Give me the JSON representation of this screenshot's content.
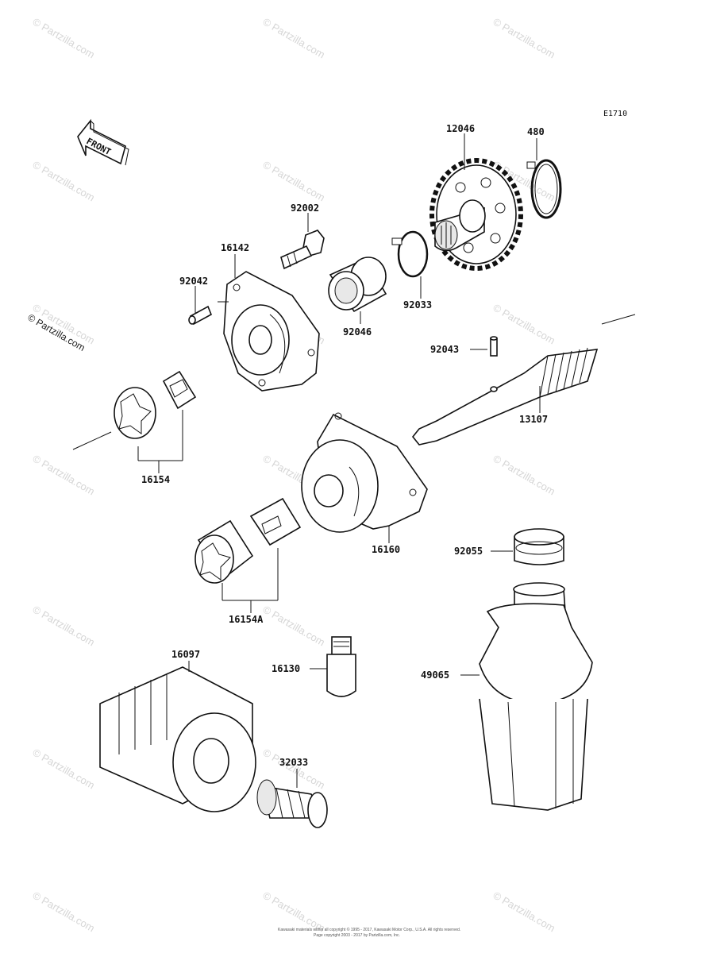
{
  "diagram_code": "E1710",
  "front_label": "FRONT",
  "watermarks": {
    "main": "© Partzilla.com",
    "small": "© Partzilla.com"
  },
  "parts": [
    {
      "id": "12046"
    },
    {
      "id": "480"
    },
    {
      "id": "92002"
    },
    {
      "id": "16142"
    },
    {
      "id": "92042"
    },
    {
      "id": "92046"
    },
    {
      "id": "92033"
    },
    {
      "id": "92043"
    },
    {
      "id": "13107"
    },
    {
      "id": "16154"
    },
    {
      "id": "16160"
    },
    {
      "id": "92055"
    },
    {
      "id": "16154A"
    },
    {
      "id": "16097"
    },
    {
      "id": "16130"
    },
    {
      "id": "49065"
    },
    {
      "id": "32033"
    }
  ],
  "footer": {
    "line1": "Kawasaki materials within all copyright © 1995 - 2017, Kawasaki Motor Corp., U.S.A. All rights reserved.",
    "line2": "Page copyright 2003 - 2017 by Partzilla.com, Inc."
  },
  "colors": {
    "line": "#111111",
    "watermark": "#d6d6d6",
    "background": "#ffffff"
  }
}
